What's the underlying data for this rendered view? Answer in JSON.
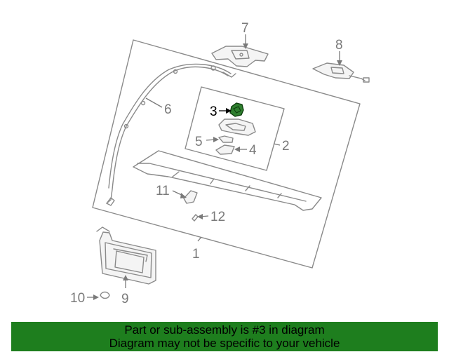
{
  "diagram": {
    "highlight_color": "#2f7f2f",
    "callouts": {
      "c1": "1",
      "c2": "2",
      "c3": "3",
      "c4": "4",
      "c5": "5",
      "c6": "6",
      "c7": "7",
      "c8": "8",
      "c9": "9",
      "c10": "10",
      "c11": "11",
      "c12": "12"
    },
    "highlighted_part": "3"
  },
  "banner": {
    "line1": "Part or sub-assembly is #3 in diagram",
    "line2": "Diagram may not be specific to your vehicle",
    "background": "#1e7e1e"
  }
}
